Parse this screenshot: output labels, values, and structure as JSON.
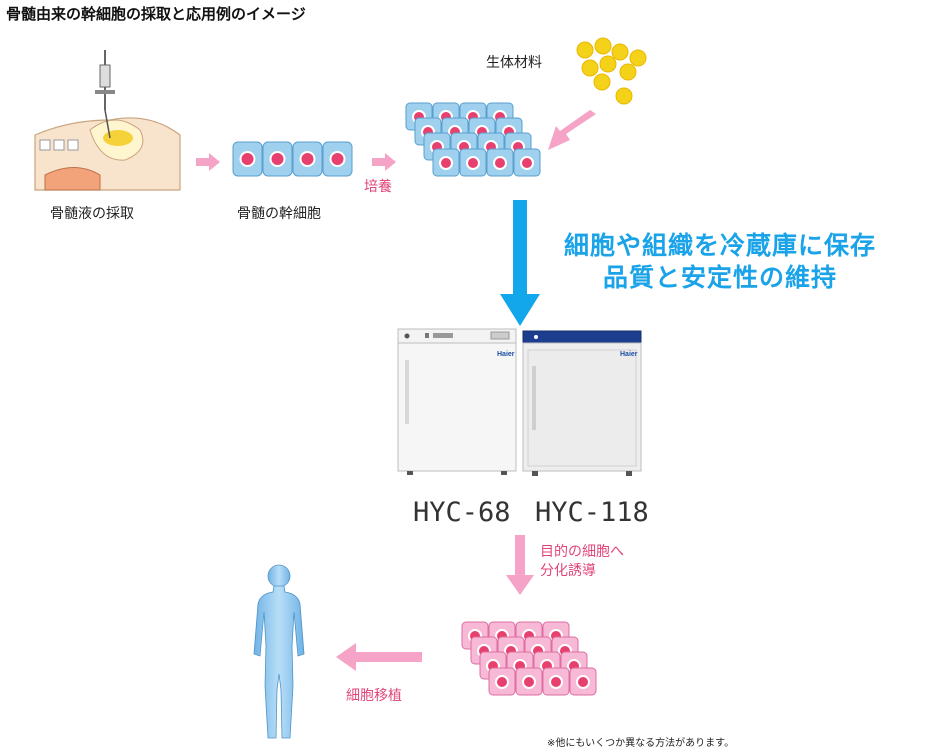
{
  "title": "骨髄由来の幹細胞の採取と応用例のイメージ",
  "labels": {
    "bone_marrow_collection": "骨髄液の採取",
    "stem_cells": "骨髄の幹細胞",
    "culture": "培養",
    "biomaterial": "生体材料",
    "storage_line1": "細胞や組織を冷蔵庫に保存",
    "storage_line2": "品質と安定性の維持",
    "model_a": "HYC-68",
    "model_b": "HYC-118",
    "differentiation_line1": "目的の細胞へ",
    "differentiation_line2": "分化誘導",
    "transplant": "細胞移植",
    "footnote": "※他にもいくつか異なる方法があります。"
  },
  "colors": {
    "pink_arrow": "#f5a3c7",
    "blue_arrow": "#12a6ea",
    "blue_text": "#1aa3e8",
    "cell_blue": "#9fd0ee",
    "cell_pink": "#f7b9d6",
    "nucleus": "#e8406e",
    "biomaterial": "#f5d21a",
    "body_blue": "#8ec8ee"
  }
}
